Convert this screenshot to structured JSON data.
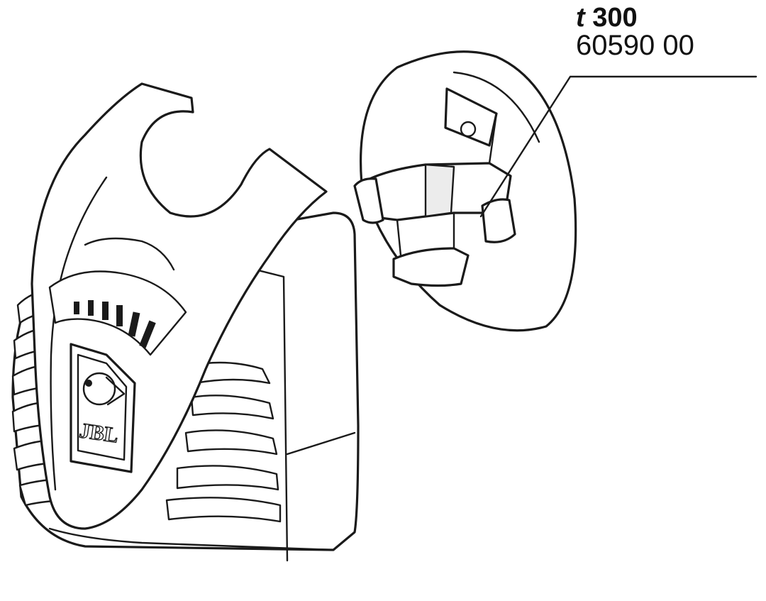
{
  "callout": {
    "model_prefix": "t",
    "model_number": "300",
    "part_number": "60590 00"
  },
  "logo": {
    "text": "JBL"
  },
  "colors": {
    "ink": "#1a1a1a",
    "background": "#ffffff",
    "shade": "#ececec"
  }
}
